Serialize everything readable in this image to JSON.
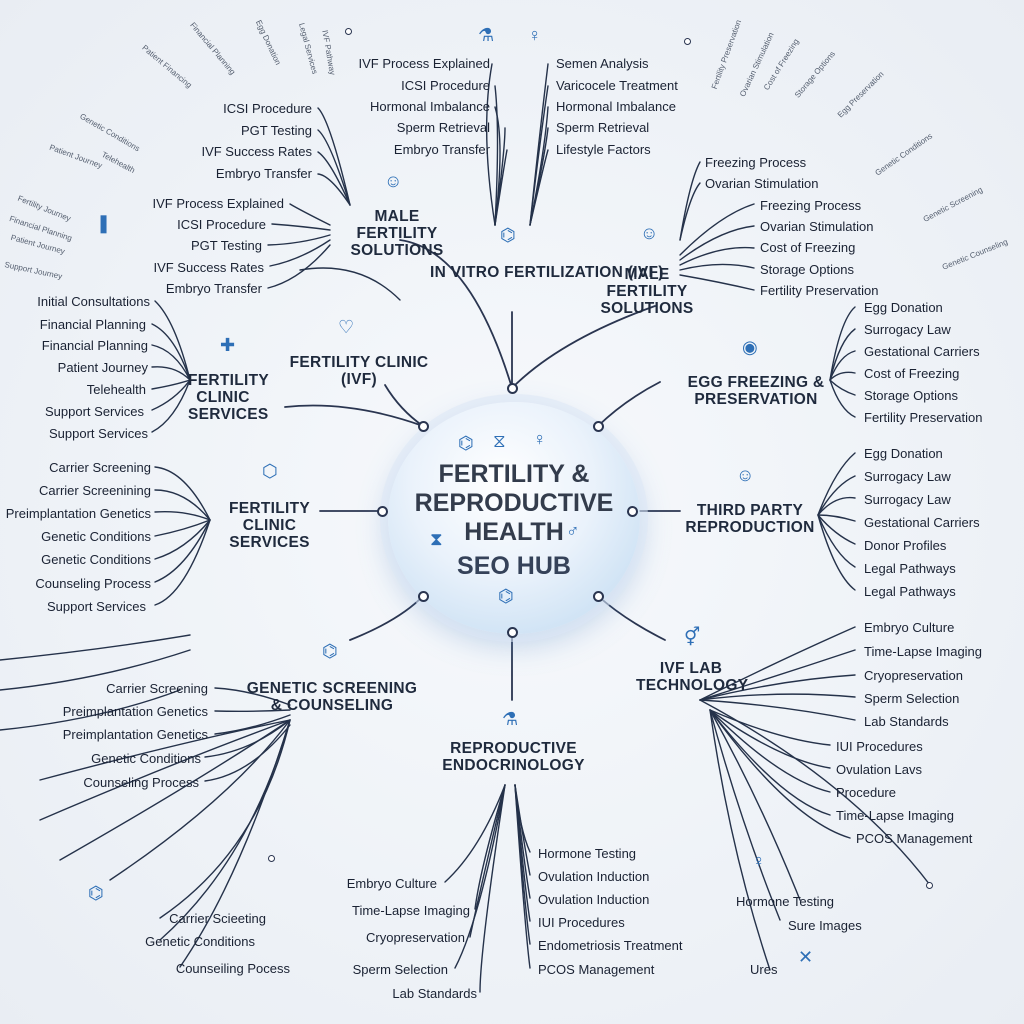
{
  "hub": {
    "title": "FERTILITY & REPRODUCTIVE HEALTH",
    "subtitle": "SEO HUB"
  },
  "branches": [
    {
      "title": "IN VITRO FERTILIZATION (IVF)",
      "items": [
        "IVF Process Explained",
        "ICSI Procedure",
        "Hormonal Imbalance",
        "Sperm Retrieval",
        "Embryo Transfer"
      ]
    },
    {
      "title": "MALE FERTILITY SOLUTIONS",
      "items": [
        "Semen Analysis",
        "Varicocele Treatment",
        "Hormonal Imbalance",
        "Sperm Retrieval",
        "Lifestyle Factors"
      ]
    },
    {
      "title": "MALE FERTILITY SOLUTIONS",
      "items": [
        "ICSI Procedure",
        "PGT Testing",
        "IVF Success Rates",
        "Embryo Transfer"
      ]
    },
    {
      "title": "MALE FERTILITY SOLUTIONS",
      "items": [
        "IVF Process Explained",
        "ICSI Procedure",
        "PGT Testing",
        "IVF Success Rates",
        "Embryo Transfer"
      ]
    },
    {
      "title": "MALE FERTILITY SOLUTIONS",
      "items": [
        "Freezing Process",
        "Ovarian Stimulation",
        "Freezing Process",
        "Ovarian Stimulation",
        "Cost of Freezing",
        "Storage Options",
        "Fertility Preservation"
      ]
    },
    {
      "title": "FERTILITY CLINIC (IVF)",
      "items": []
    },
    {
      "title": "FERTILITY CLINIC SERVICES",
      "items": [
        "Initial Consultations",
        "Financial Planning",
        "Financial Planning",
        "Patient Journey",
        "Telehealth",
        "Support Services",
        "Support Services"
      ]
    },
    {
      "title": "EGG FREEZING & PRESERVATION",
      "items": [
        "Egg Donation",
        "Surrogacy Law",
        "Gestational Carriers",
        "Cost of Freezing",
        "Storage Options",
        "Fertility Preservation"
      ]
    },
    {
      "title": "FERTILITY CLINIC SERVICES",
      "items": [
        "Carrier Screening",
        "Carrier Screenining",
        "Preimplantation Genetics",
        "Genetic Conditions",
        "Genetic Conditions",
        "Counseling Process",
        "Support Services"
      ]
    },
    {
      "title": "THIRD PARTY REPRODUCTION",
      "items": [
        "Egg Donation",
        "Surrogacy Law",
        "Surrogacy Law",
        "Gestational Carriers",
        "Donor Profiles",
        "Legal Pathways",
        "Legal Pathways"
      ]
    },
    {
      "title": "GENETIC SCREENING & COUNSELING",
      "items": [
        "Carrier Screening",
        "Preimplantation Genetics",
        "Preimplantation Genetics",
        "Genetic Conditions",
        "Counseling Process",
        "Carrier Scieeting",
        "Genetic Conditions",
        "Counseiling Pocess"
      ]
    },
    {
      "title": "IVF LAB TECHNOLOGY",
      "items": [
        "Embryo Culture",
        "Time-Lapse Imaging",
        "Cryopreservation",
        "Sperm Selection",
        "Lab Standards",
        "IUI Procedures",
        "Ovulation Lavs",
        "Procedure",
        "Time-Lapse Imaging",
        "PCOS Management",
        "Hormone Testing",
        "Sure Images",
        "Ures"
      ]
    },
    {
      "title": "REPRODUCTIVE ENDOCRINOLOGY",
      "items": [
        "Hormone Testing",
        "Ovulation Induction",
        "Ovulation Induction",
        "IUI Procedures",
        "Endometriosis Treatment",
        "PCOS Management",
        "Embryo Culture",
        "Time-Lapse Imaging",
        "Cryopreservation",
        "Sperm Selection",
        "Lab Standards"
      ]
    }
  ],
  "faint_labels": [
    "Fertility Journey",
    "Financial Planning",
    "Patient Journey",
    "Support Journey",
    "Patient Journey",
    "Genetic Conditions",
    "Telehealth",
    "Patient Financing",
    "Financial Planning",
    "Egg Donation",
    "Legal Services",
    "IVF Pathway",
    "Fertility Preservation",
    "Ovarian Stimulation",
    "Cost of Freezing",
    "Storage Options",
    "Egg Preservation",
    "Genetic Conditions",
    "Genetic Screening",
    "Genetic Counseling"
  ],
  "colors": {
    "accent": "#2e6fb6",
    "line": "#25324a",
    "hub": "#bcd8f0"
  }
}
